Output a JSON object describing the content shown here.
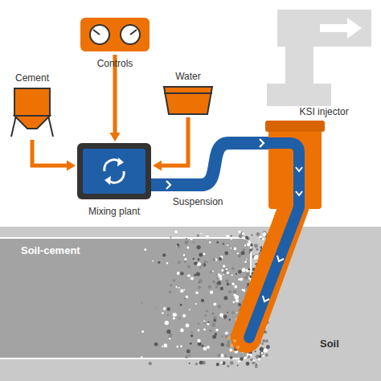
{
  "diagram": {
    "nodes": [
      {
        "text": [
          "Cement"
        ]
      },
      {
        "text": [
          "Controls"
        ]
      },
      {
        "text": [
          "Water"
        ]
      },
      {
        "text": [
          "Mixing plant"
        ]
      },
      {
        "text": [
          "KSI injector"
        ]
      }
    ],
    "edges": [
      {
        "from": 0,
        "to": 3,
        "arrow": "to"
      },
      {
        "from": 1,
        "to": 3,
        "arrow": "to"
      },
      {
        "from": 2,
        "to": 3,
        "arrow": "to"
      },
      {
        "from": 3,
        "to": 4,
        "label": "Suspension",
        "arrow": "to"
      }
    ],
    "labels": [
      "Soil-cement",
      "Soil"
    ]
  }
}
